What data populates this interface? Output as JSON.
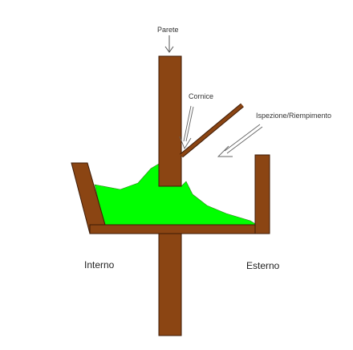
{
  "labels": {
    "parete": "Parete",
    "cornice": "Cornice",
    "ispezione": "Ispezione/Riempimento",
    "interno": "Interno",
    "esterno": "Esterno"
  },
  "colors": {
    "wood": "#8b4513",
    "wood_outline": "#3d1a05",
    "water": "#00ff00",
    "arrow": "#555555"
  }
}
